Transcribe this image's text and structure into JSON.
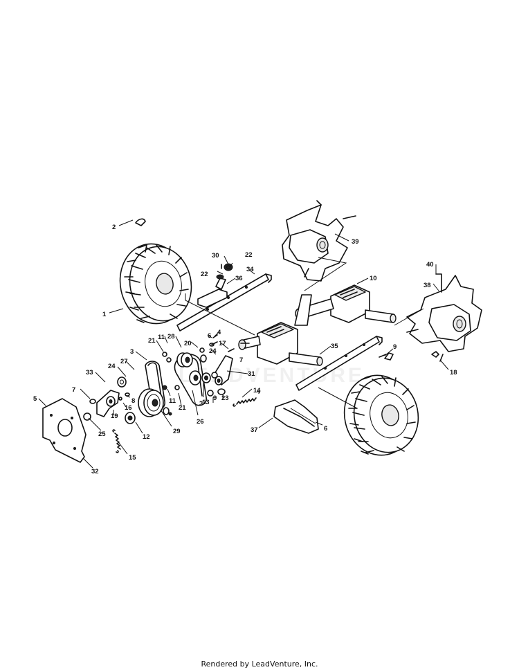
{
  "watermark": "LEADVENTURE",
  "footer": "Rendered by LeadVenture, Inc.",
  "callouts": [
    {
      "id": "c2",
      "label": "2"
    },
    {
      "id": "c1",
      "label": "1"
    },
    {
      "id": "c30",
      "label": "30"
    },
    {
      "id": "c22a",
      "label": "22"
    },
    {
      "id": "c22b",
      "label": "22"
    },
    {
      "id": "c36",
      "label": "36"
    },
    {
      "id": "c34",
      "label": "34"
    },
    {
      "id": "c39",
      "label": "39"
    },
    {
      "id": "c10",
      "label": "10"
    },
    {
      "id": "c40",
      "label": "40"
    },
    {
      "id": "c38",
      "label": "38"
    },
    {
      "id": "c18",
      "label": "18"
    },
    {
      "id": "c9",
      "label": "9"
    },
    {
      "id": "c35",
      "label": "35"
    },
    {
      "id": "c28",
      "label": "28"
    },
    {
      "id": "c6a",
      "label": "6"
    },
    {
      "id": "c4",
      "label": "4"
    },
    {
      "id": "c20",
      "label": "20"
    },
    {
      "id": "c24a",
      "label": "24"
    },
    {
      "id": "c17",
      "label": "17"
    },
    {
      "id": "c7a",
      "label": "7"
    },
    {
      "id": "c21a",
      "label": "21"
    },
    {
      "id": "c11a",
      "label": "11"
    },
    {
      "id": "c3a",
      "label": "3"
    },
    {
      "id": "c27",
      "label": "27"
    },
    {
      "id": "c24b",
      "label": "24"
    },
    {
      "id": "c33",
      "label": "33"
    },
    {
      "id": "c31",
      "label": "31"
    },
    {
      "id": "c7b",
      "label": "7"
    },
    {
      "id": "c8",
      "label": "8"
    },
    {
      "id": "c16",
      "label": "16"
    },
    {
      "id": "c19",
      "label": "19"
    },
    {
      "id": "c5",
      "label": "5"
    },
    {
      "id": "c25",
      "label": "25"
    },
    {
      "id": "c12",
      "label": "12"
    },
    {
      "id": "c29",
      "label": "29"
    },
    {
      "id": "c11b",
      "label": "11"
    },
    {
      "id": "c21b",
      "label": "21"
    },
    {
      "id": "c26",
      "label": "26"
    },
    {
      "id": "c3b",
      "label": "3"
    },
    {
      "id": "c13",
      "label": "13"
    },
    {
      "id": "c9b",
      "label": "9"
    },
    {
      "id": "c23",
      "label": "23"
    },
    {
      "id": "c14",
      "label": "14"
    },
    {
      "id": "c15",
      "label": "15"
    },
    {
      "id": "c32",
      "label": "32"
    },
    {
      "id": "c37",
      "label": "37"
    },
    {
      "id": "c6b",
      "label": "6"
    }
  ]
}
